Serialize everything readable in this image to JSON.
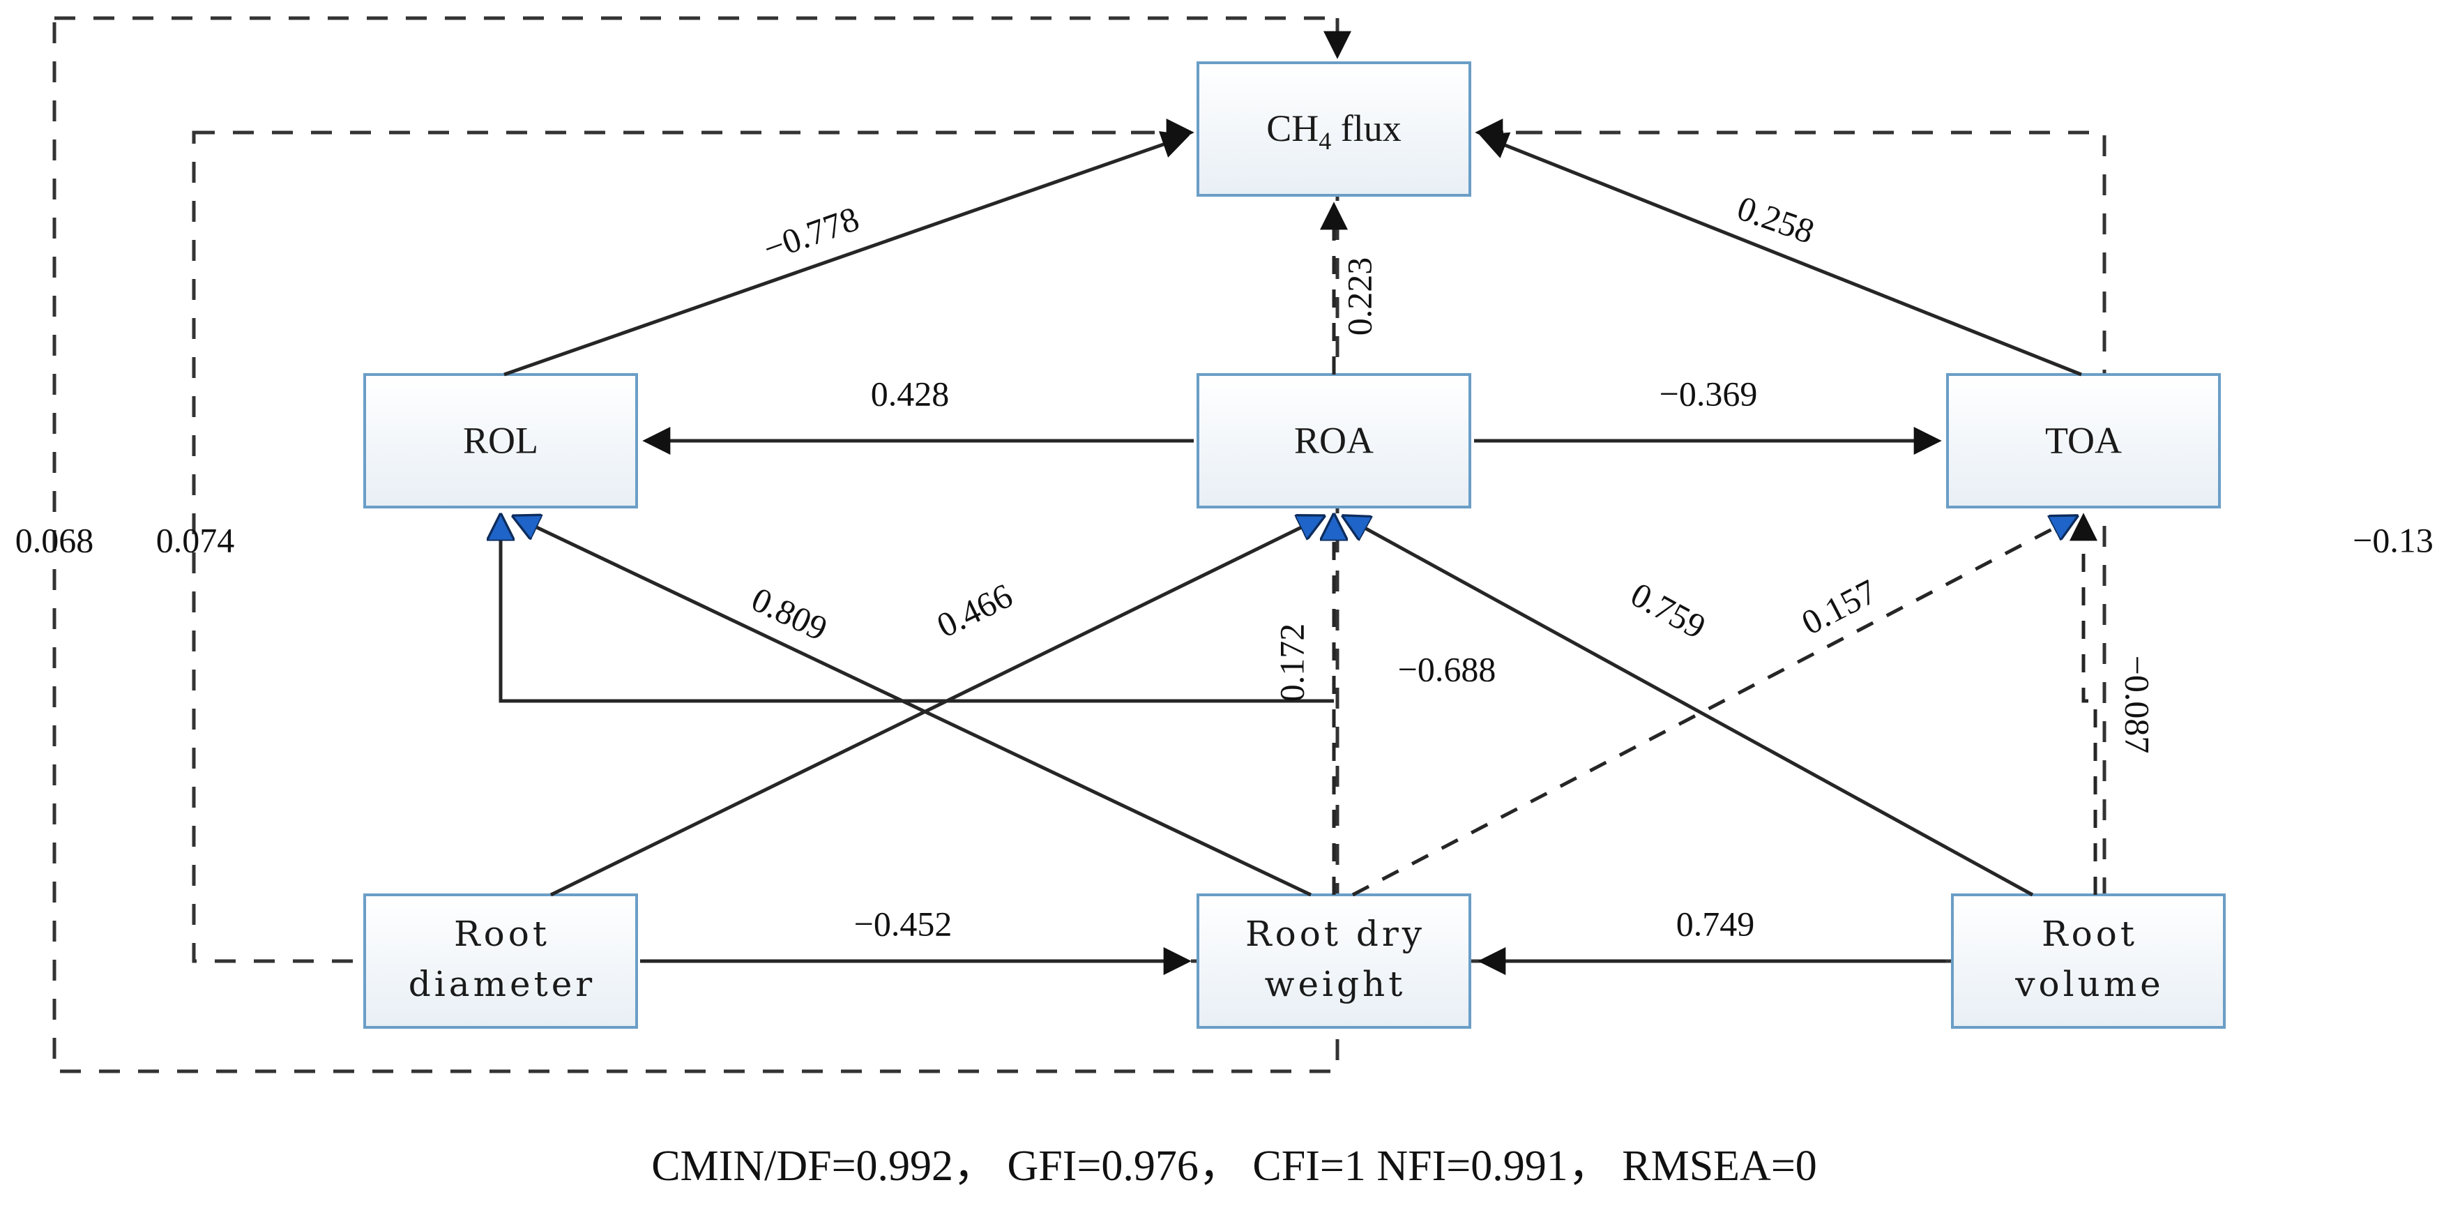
{
  "figure": {
    "type": "structural-equation-model-path-diagram",
    "caption": "CMIN/DF=0.992， GFI=0.976， CFI=1 NFI=0.991， RMSEA=0"
  },
  "fit_indices": {
    "CMIN/DF": "0.992",
    "GFI": "0.976",
    "CFI": "1",
    "NFI": "0.991",
    "RMSEA": "0"
  },
  "colors": {
    "node_border": "#6a9ec6",
    "node_fill_top": "#ffffff",
    "node_fill_bottom": "#eaf1f6",
    "edge": "#262626",
    "arrow_blue": "#1f64c8",
    "frame": "#333333",
    "text": "#111111"
  },
  "nodes": [
    {
      "id": "ch4",
      "label": "CH",
      "sub": "4",
      "label_tail": " flux",
      "font": "serif"
    },
    {
      "id": "rol",
      "label": "ROL",
      "font": "serif"
    },
    {
      "id": "roa",
      "label": "ROA",
      "font": "serif"
    },
    {
      "id": "toa",
      "label": "TOA",
      "font": "serif"
    },
    {
      "id": "root_diameter",
      "line1": "Root",
      "line2": "diameter",
      "font": "mono-serif"
    },
    {
      "id": "root_dry_weight",
      "line1": "Root dry",
      "line2": "weight",
      "font": "mono-serif"
    },
    {
      "id": "root_volume",
      "line1": "Root",
      "line2": "volume",
      "font": "mono-serif"
    }
  ],
  "edges": [
    {
      "from": "rol",
      "to": "ch4",
      "coef": "−0.778",
      "style": "solid",
      "rotated": true
    },
    {
      "from": "toa",
      "to": "ch4",
      "coef": "0.258",
      "style": "solid",
      "rotated": true
    },
    {
      "from": "roa",
      "to": "ch4",
      "coef": "0.223",
      "style": "dashed",
      "rotated": true
    },
    {
      "from": "roa",
      "to": "rol",
      "coef": "0.428",
      "style": "solid",
      "rotated": false
    },
    {
      "from": "roa",
      "to": "toa",
      "coef": "−0.369",
      "style": "solid",
      "rotated": false
    },
    {
      "from": "root_diameter",
      "to": "roa",
      "coef": "0.466",
      "style": "solid",
      "rotated": true
    },
    {
      "from": "root_dry_weight",
      "to": "rol",
      "coef": "0.809",
      "style": "solid",
      "rotated": true
    },
    {
      "from": "root_dry_weight",
      "to": "roa",
      "coef": "0.172",
      "style": "dashed",
      "rotated": true
    },
    {
      "from": "root_dry_weight",
      "to": "rol",
      "coef": "−0.688",
      "style": "solid",
      "rotated": false
    },
    {
      "from": "root_volume",
      "to": "roa",
      "coef": "0.759",
      "style": "solid",
      "rotated": true
    },
    {
      "from": "root_dry_weight",
      "to": "toa",
      "coef": "0.157",
      "style": "dashed",
      "rotated": true
    },
    {
      "from": "root_volume",
      "to": "toa",
      "coef": "−0.087",
      "style": "dashed",
      "rotated": true
    },
    {
      "from": "root_diameter",
      "to": "root_dry_weight",
      "coef": "−0.452",
      "style": "solid",
      "rotated": false
    },
    {
      "from": "root_volume",
      "to": "root_dry_weight",
      "coef": "0.749",
      "style": "solid",
      "rotated": false
    },
    {
      "from": "frame_outer",
      "to": "ch4",
      "coef": "0.068",
      "style": "dashed",
      "rotated": false
    },
    {
      "from": "frame_inner",
      "to": "ch4",
      "coef": "0.074",
      "style": "dashed",
      "rotated": false
    },
    {
      "from": "frame_right",
      "to": "ch4",
      "coef": "−0.13",
      "style": "dashed",
      "rotated": false
    }
  ],
  "labels": {
    "ch4_main": "CH",
    "ch4_sub": "4",
    "ch4_tail": " flux",
    "rol": "ROL",
    "roa": "ROA",
    "toa": "TOA",
    "root_diameter_l1": "Root",
    "root_diameter_l2": "diameter",
    "root_dry_weight_l1": "Root dry",
    "root_dry_weight_l2": "weight",
    "root_volume_l1": "Root",
    "root_volume_l2": "volume",
    "c_neg0778": "−0.778",
    "c_0258": "0.258",
    "c_0223": "0.223",
    "c_0428": "0.428",
    "c_neg0369": "−0.369",
    "c_0809": "0.809",
    "c_0466": "0.466",
    "c_0172": "0.172",
    "c_neg0688": "−0.688",
    "c_0759": "0.759",
    "c_0157": "0.157",
    "c_neg0087": "−0.087",
    "c_neg0452": "−0.452",
    "c_0749": "0.749",
    "c_0068": "0.068",
    "c_0074": "0.074",
    "c_neg013": "−0.13",
    "caption": "CMIN/DF=0.992， GFI=0.976， CFI=1 NFI=0.991， RMSEA=0"
  }
}
